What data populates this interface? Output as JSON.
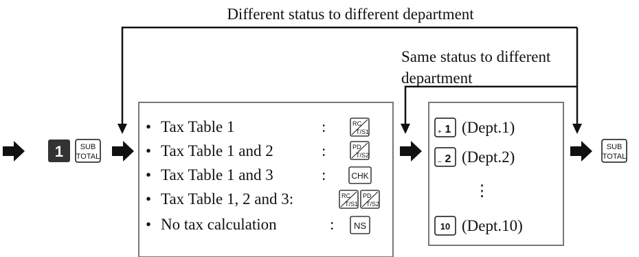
{
  "labels": {
    "top_route": "Different status to different department",
    "middle_route_line1": "Same status to different",
    "middle_route_line2": "department"
  },
  "start_key": {
    "number": "1",
    "subtotal_top": "SUB",
    "subtotal_bottom": "TOTAL"
  },
  "tax_options": [
    {
      "bullet": "•",
      "text": "Tax Table 1",
      "colon": ":",
      "keys": [
        {
          "icon": "rc-ts1-key",
          "top": "RC",
          "bottom": "T/S1"
        }
      ]
    },
    {
      "bullet": "•",
      "text": "Tax Table 1 and 2",
      "colon": ":",
      "keys": [
        {
          "icon": "pd-ts2-key",
          "top": "PD",
          "bottom": "T/S2"
        }
      ]
    },
    {
      "bullet": "•",
      "text": "Tax Table 1 and 3",
      "colon": ":",
      "keys": [
        {
          "icon": "chk-key",
          "label": "CHK"
        }
      ]
    },
    {
      "bullet": "•",
      "text": "Tax Table 1, 2 and 3:",
      "colon": "",
      "keys": [
        {
          "icon": "rc-ts1-key",
          "top": "RC",
          "bottom": "T/S1"
        },
        {
          "icon": "pd-ts2-key",
          "top": "PD",
          "bottom": "T/S2"
        }
      ]
    },
    {
      "bullet": "•",
      "text": "No tax calculation",
      "colon": ":",
      "keys": [
        {
          "icon": "ns-key",
          "label": "NS"
        }
      ]
    }
  ],
  "departments": [
    {
      "prefix": "+",
      "key": "1",
      "label": "(Dept.1)"
    },
    {
      "prefix": "–",
      "key": "2",
      "label": "(Dept.2)"
    },
    {
      "ellipsis": "⋮"
    },
    {
      "prefix": "",
      "key": "10",
      "label": "(Dept.10)"
    }
  ],
  "end_key": {
    "subtotal_top": "SUB",
    "subtotal_bottom": "TOTAL"
  }
}
